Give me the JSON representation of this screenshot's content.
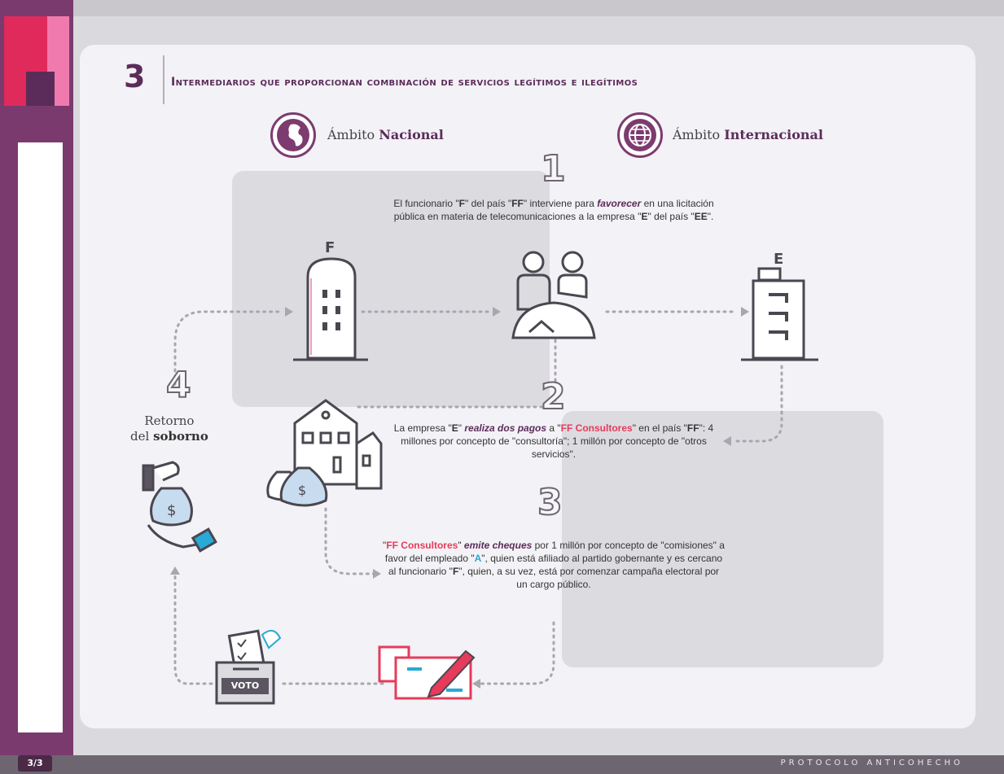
{
  "section": {
    "number": "3",
    "title": "Intermediarios que proporcionan combinación de servicios legítimos e ilegítimos"
  },
  "ambits": {
    "national_prefix": "Ámbito",
    "national_bold": "Nacional",
    "international_prefix": "Ámbito",
    "international_bold": "Internacional"
  },
  "nodes": {
    "f_label": "F",
    "e_label": "E",
    "vote_label": "VOTO"
  },
  "steps": [
    {
      "num": "1",
      "parts": [
        "El funcionario \"",
        "F",
        "\" del país \"",
        "FF",
        "\" interviene para ",
        "favorecer",
        " en una licitación pública en materia de telecomunicaciones a la empresa \"",
        "E",
        "\" del país \"",
        "EE",
        "\"."
      ]
    },
    {
      "num": "2",
      "parts": [
        "La empresa \"",
        "E",
        "\" ",
        "realiza dos pagos",
        " a \"",
        "FF Consultores",
        "\" en el país \"",
        "FF",
        "\": 4 millones por concepto de \"consultoría\"; 1 millón por concepto de \"otros servicios\"."
      ]
    },
    {
      "num": "3",
      "parts": [
        "\"",
        "FF Consultores",
        "\" ",
        "emite cheques",
        " por 1 millón por concepto de \"comisiones\" a favor del empleado \"",
        "A",
        "\", quien está afiliado al partido gobernante y es cercano al funcionario \"",
        "F",
        "\", quien, a su vez, está por comenzar campaña electoral por un cargo público."
      ]
    },
    {
      "num": "4",
      "label_line1": "Retorno",
      "label_line2_prefix": "del",
      "label_line2_bold": "soborno"
    }
  ],
  "footer": {
    "page": "3/3",
    "brand": "PROTOCOLO ANTICOHECHO"
  },
  "colors": {
    "purple": "#5b2c59",
    "pink": "#e63b5a",
    "blue": "#29a9d6",
    "gray": "#6d6670"
  },
  "icons": [
    "globe-americas-icon",
    "globe-grid-icon",
    "tower-building-icon",
    "handshake-people-icon",
    "office-building-icon",
    "consulting-house-icon",
    "money-bags-icon",
    "money-hand-icon",
    "check-pen-icon",
    "ballot-box-icon"
  ]
}
